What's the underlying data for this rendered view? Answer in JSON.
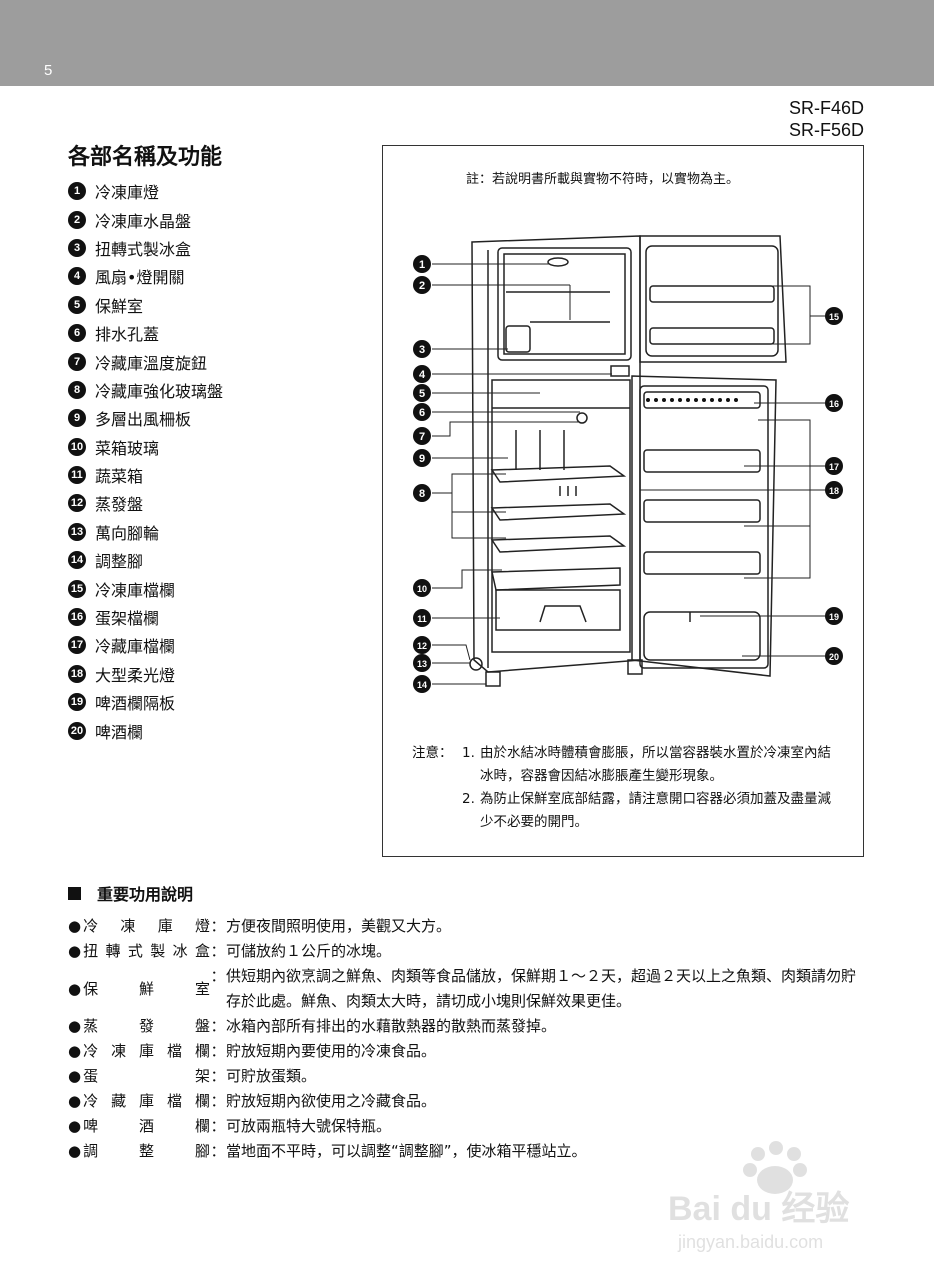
{
  "page": {
    "number": "5"
  },
  "models": [
    "SR-F46D",
    "SR-F56D"
  ],
  "parts_title": "各部名稱及功能",
  "parts": [
    {
      "n": "1",
      "label": "冷凍庫燈"
    },
    {
      "n": "2",
      "label": "冷凍庫水晶盤"
    },
    {
      "n": "3",
      "label": "扭轉式製冰盒"
    },
    {
      "n": "4",
      "label": "風扇•燈開關"
    },
    {
      "n": "5",
      "label": "保鮮室"
    },
    {
      "n": "6",
      "label": "排水孔蓋"
    },
    {
      "n": "7",
      "label": "冷藏庫溫度旋鈕"
    },
    {
      "n": "8",
      "label": "冷藏庫強化玻璃盤"
    },
    {
      "n": "9",
      "label": "多層出風柵板"
    },
    {
      "n": "10",
      "label": "菜箱玻璃"
    },
    {
      "n": "11",
      "label": "蔬菜箱"
    },
    {
      "n": "12",
      "label": "蒸發盤"
    },
    {
      "n": "13",
      "label": "萬向腳輪"
    },
    {
      "n": "14",
      "label": "調整腳"
    },
    {
      "n": "15",
      "label": "冷凍庫檔欄"
    },
    {
      "n": "16",
      "label": "蛋架檔欄"
    },
    {
      "n": "17",
      "label": "冷藏庫檔欄"
    },
    {
      "n": "18",
      "label": "大型柔光燈"
    },
    {
      "n": "19",
      "label": "啤酒欄隔板"
    },
    {
      "n": "20",
      "label": "啤酒欄"
    }
  ],
  "diagram": {
    "note": "註：若說明書所載與實物不符時，以實物為主。",
    "callouts": [
      "1",
      "2",
      "3",
      "4",
      "5",
      "6",
      "7",
      "9",
      "8",
      "10",
      "11",
      "12",
      "13",
      "14",
      "15",
      "16",
      "17",
      "18",
      "19",
      "20"
    ]
  },
  "caution": {
    "label": "注意：",
    "items": [
      {
        "idx": "1.",
        "text": "由於水結冰時體積會膨脹，所以當容器裝水置於冷凍室內結冰時，容器會因結冰膨脹產生變形現象。"
      },
      {
        "idx": "2.",
        "text": "為防止保鮮室底部結露，請注意開口容器必須加蓋及盡量減少不必要的開門。"
      }
    ]
  },
  "functions_title": "重要功用說明",
  "functions": [
    {
      "term": "冷凍庫燈",
      "desc": "方便夜間照明使用，美觀又大方。"
    },
    {
      "term": "扭轉式製冰盒",
      "desc": "可儲放約１公斤的冰塊。"
    },
    {
      "term": "保鮮室",
      "desc": "供短期內欲烹調之鮮魚、肉類等食品儲放，保鮮期１～２天，超過２天以上之魚類、肉類請勿貯存於此處。鮮魚、肉類太大時，請切成小塊則保鮮效果更佳。"
    },
    {
      "term": "蒸發盤",
      "desc": "冰箱內部所有排出的水藉散熱器的散熱而蒸發掉。"
    },
    {
      "term": "冷凍庫檔欄",
      "desc": "貯放短期內要使用的冷凍食品。"
    },
    {
      "term": "蛋架",
      "desc": "可貯放蛋類。"
    },
    {
      "term": "冷藏庫檔欄",
      "desc": "貯放短期內欲使用之冷藏食品。"
    },
    {
      "term": "啤酒欄",
      "desc": "可放兩瓶特大號保特瓶。"
    },
    {
      "term": "調整腳",
      "desc": "當地面不平時，可以調整“調整腳”，使冰箱平穩站立。"
    }
  ],
  "watermark": {
    "brand": "Bai du 经验",
    "url": "jingyan.baidu.com"
  },
  "icons": {
    "bullet": "●",
    "square": "■"
  }
}
